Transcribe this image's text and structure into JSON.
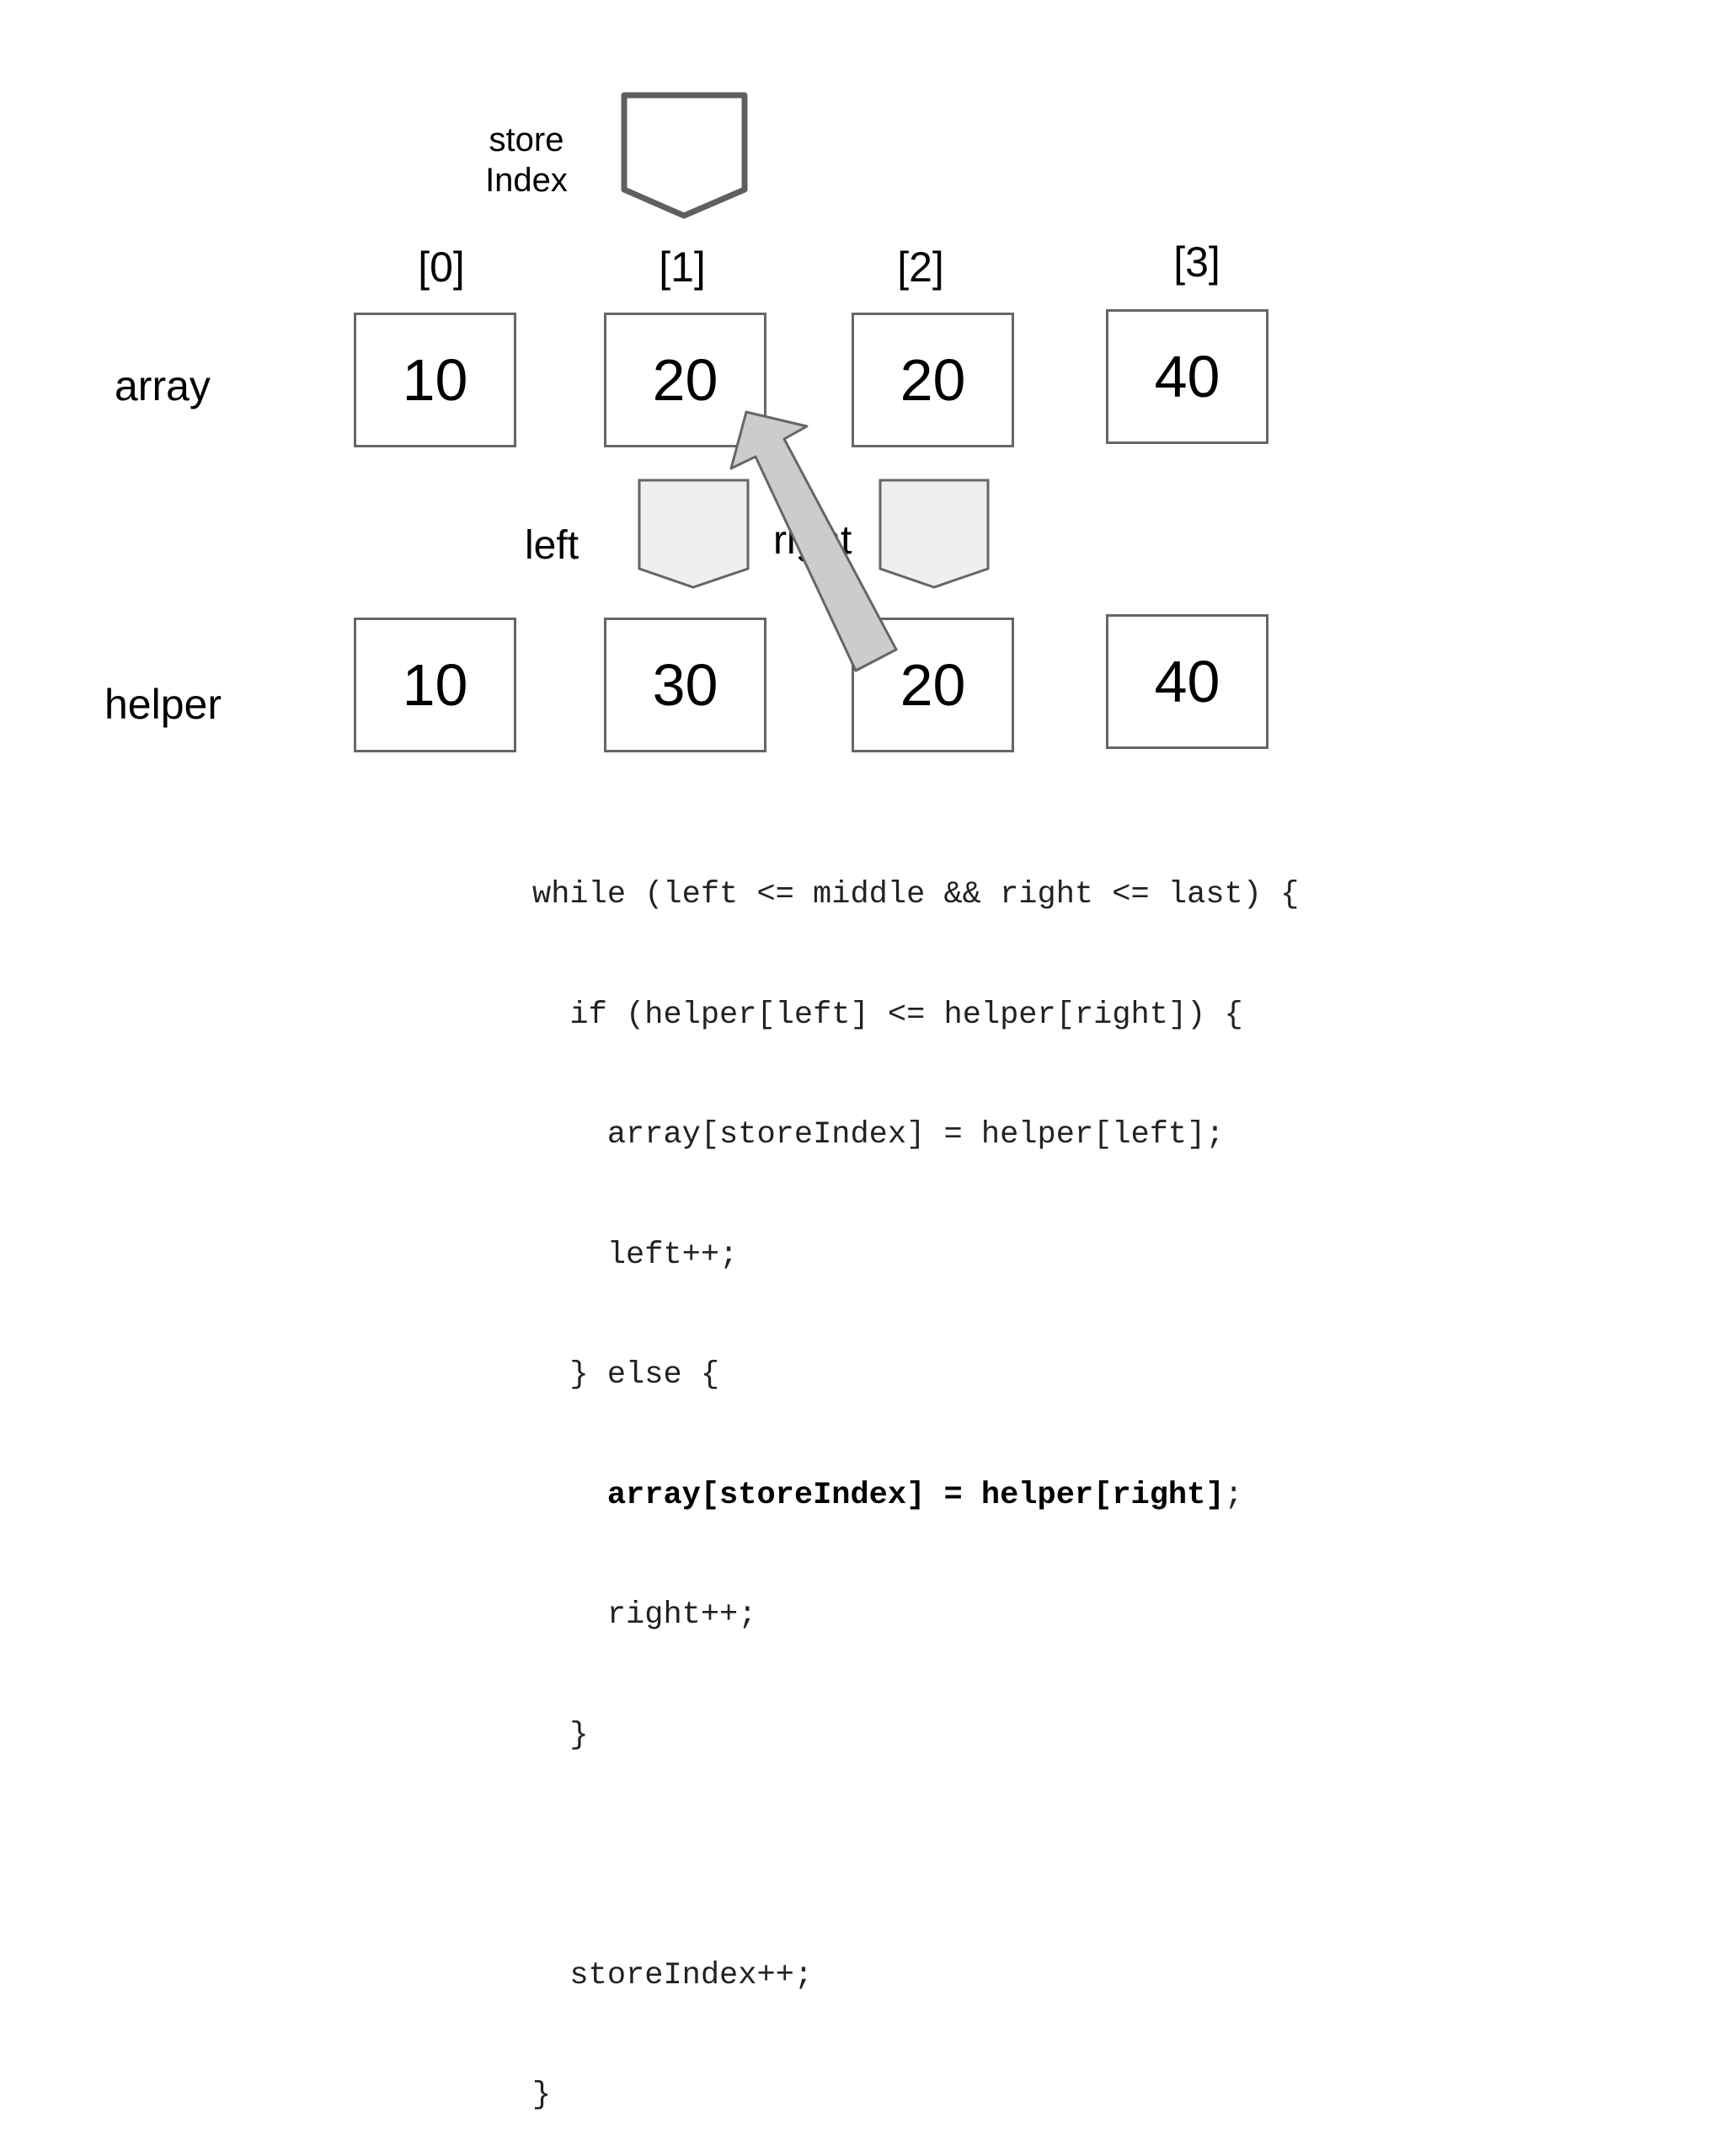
{
  "store_index_label": [
    "store",
    "Index"
  ],
  "index_labels": [
    "[0]",
    "[1]",
    "[2]",
    "[3]"
  ],
  "rows": {
    "array": {
      "label": "array",
      "values": [
        "10",
        "20",
        "20",
        "40"
      ]
    },
    "helper": {
      "label": "helper",
      "values": [
        "10",
        "30",
        "20",
        "40"
      ]
    }
  },
  "pointer_labels": {
    "left": "left",
    "right": "right"
  },
  "copy_arrow": {
    "from": "helper[2]",
    "to": "array[1]"
  },
  "colors": {
    "box_border": "#666666",
    "pointer_fill": "#efefef",
    "arrow_fill": "#cccccc"
  },
  "code_lines": [
    {
      "indent": "",
      "text": "while (left <= middle && right <= last) {"
    },
    {
      "indent": "  ",
      "text": "if (helper[left] <= helper[right]) {"
    },
    {
      "indent": "    ",
      "text": "array[storeIndex] = helper[left];"
    },
    {
      "indent": "    ",
      "text": "left++;"
    },
    {
      "indent": "  ",
      "text": "} else {"
    },
    {
      "indent": "    ",
      "text": "array[storeIndex] = helper[right]",
      "suffix": ";",
      "bold": true
    },
    {
      "indent": "    ",
      "text": "right++;"
    },
    {
      "indent": "  ",
      "text": "}"
    },
    {
      "indent": "",
      "text": ""
    },
    {
      "indent": "  ",
      "text": "storeIndex++;"
    },
    {
      "indent": "",
      "text": "}"
    }
  ]
}
